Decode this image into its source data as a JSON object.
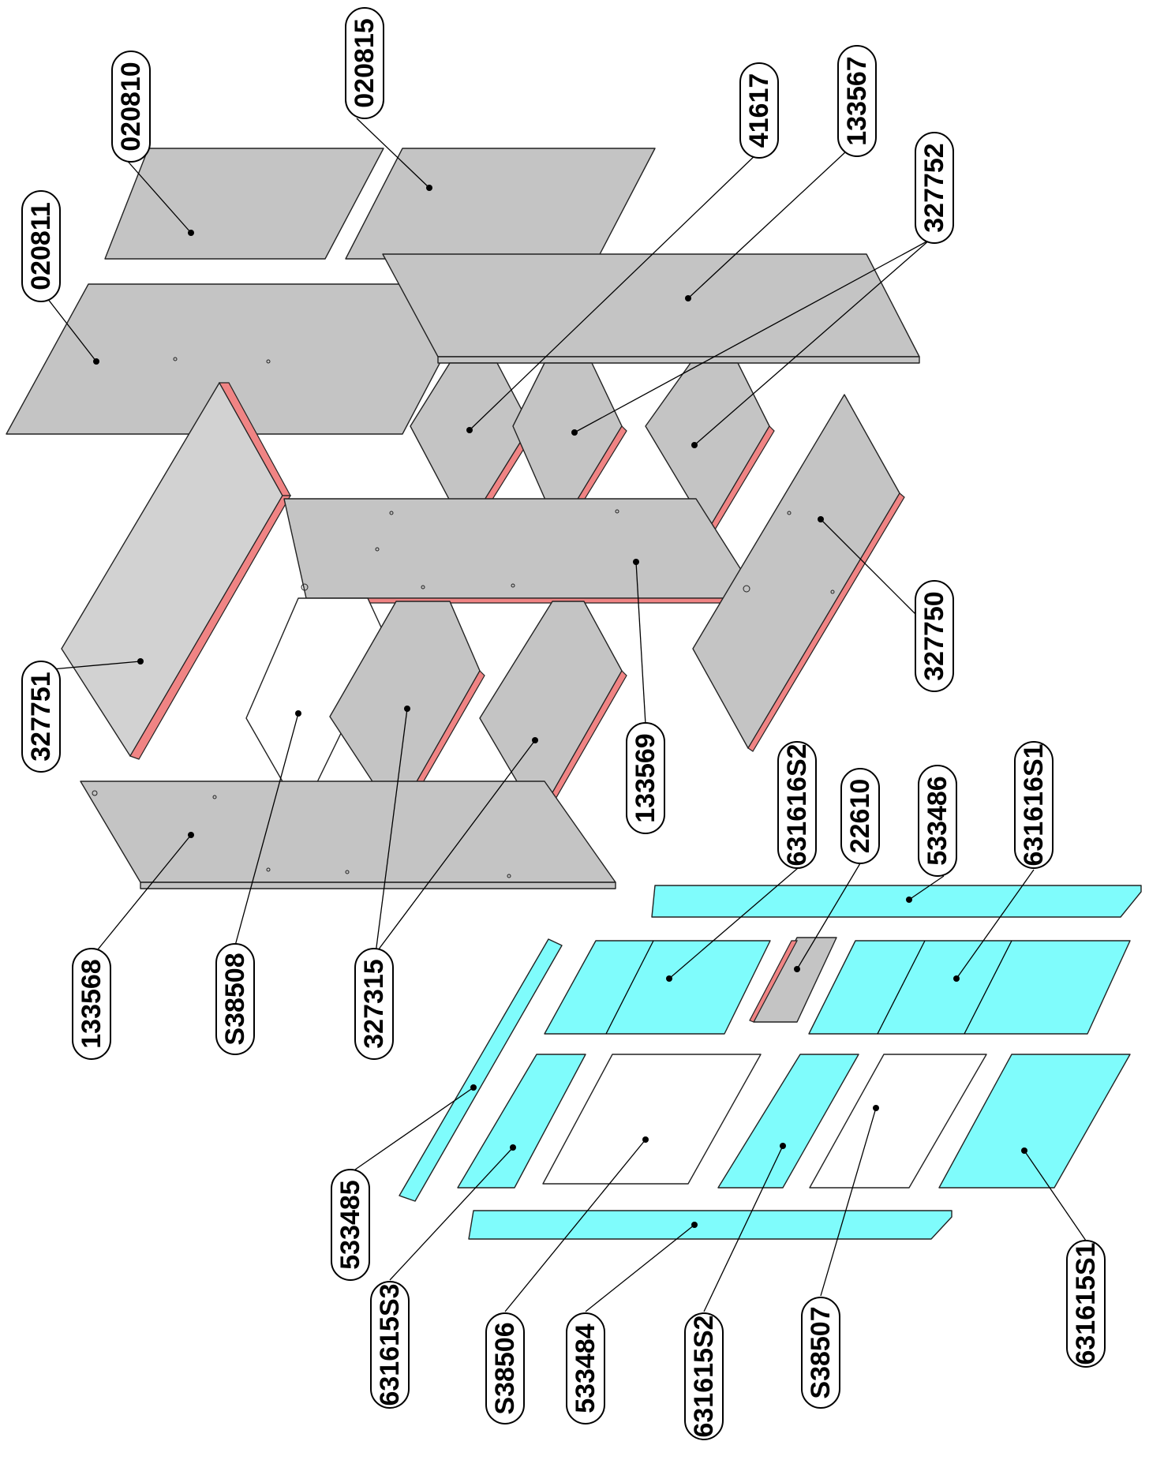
{
  "labels": [
    {
      "text": "020810"
    },
    {
      "text": "020815"
    },
    {
      "text": "41617"
    },
    {
      "text": "133567"
    },
    {
      "text": "327752"
    },
    {
      "text": "020811"
    },
    {
      "text": "327751"
    },
    {
      "text": "327750"
    },
    {
      "text": "133569"
    },
    {
      "text": "133568"
    },
    {
      "text": "S38508"
    },
    {
      "text": "327315"
    },
    {
      "text": "631616S2"
    },
    {
      "text": "22610"
    },
    {
      "text": "533486"
    },
    {
      "text": "631616S1"
    },
    {
      "text": "533485"
    },
    {
      "text": "631615S3"
    },
    {
      "text": "S38506"
    },
    {
      "text": "533484"
    },
    {
      "text": "631615S2"
    },
    {
      "text": "S38507"
    },
    {
      "text": "631615S1"
    }
  ],
  "colors": {
    "panel_gray": "#c4c4c4",
    "edge_red": "#f08484",
    "panel_cyan": "#7ffcfc"
  }
}
